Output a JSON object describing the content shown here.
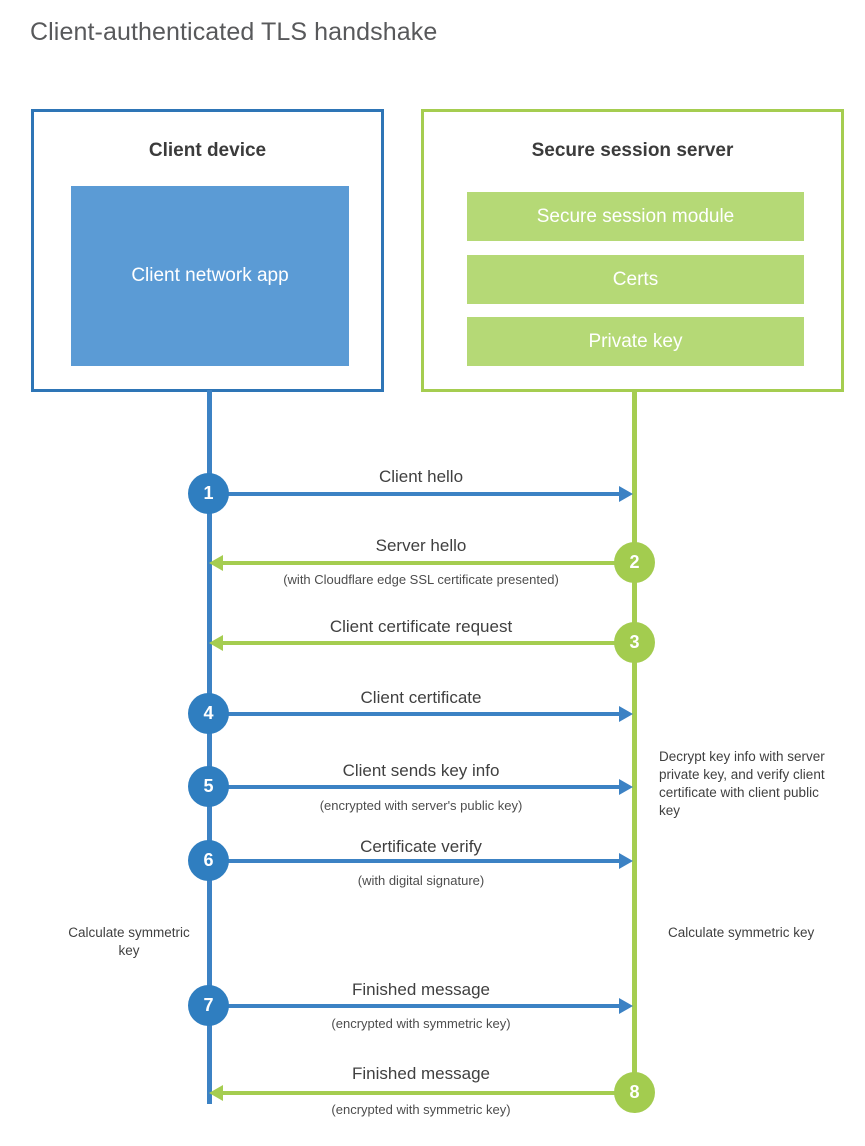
{
  "title": "Client-authenticated TLS handshake",
  "colors": {
    "blue_accent": "#2e75b6",
    "blue_fill": "#5b9bd5",
    "blue_line": "#3c82c4",
    "blue_circle": "#2f7ec0",
    "green_accent": "#a5cd50",
    "green_fill": "#b5d976",
    "green_circle": "#a3cc4f",
    "text": "#404040",
    "title_text": "#58595b"
  },
  "entities": {
    "client": {
      "title": "Client device",
      "components": [
        "Client network app"
      ]
    },
    "server": {
      "title": "Secure session server",
      "components": [
        "Secure session module",
        "Certs",
        "Private key"
      ]
    }
  },
  "steps": [
    {
      "number": "1",
      "label": "Client hello",
      "sublabel": "",
      "direction": "client-to-server",
      "color": "blue"
    },
    {
      "number": "2",
      "label": "Server hello",
      "sublabel": "(with Cloudflare edge SSL certificate presented)",
      "direction": "server-to-client",
      "color": "green"
    },
    {
      "number": "3",
      "label": "Client certificate request",
      "sublabel": "",
      "direction": "server-to-client",
      "color": "green"
    },
    {
      "number": "4",
      "label": "Client certificate",
      "sublabel": "",
      "direction": "client-to-server",
      "color": "blue"
    },
    {
      "number": "5",
      "label": "Client sends key info",
      "sublabel": "(encrypted with server's public key)",
      "direction": "client-to-server",
      "color": "blue"
    },
    {
      "number": "6",
      "label": "Certificate verify",
      "sublabel": "(with digital signature)",
      "direction": "client-to-server",
      "color": "blue"
    },
    {
      "number": "7",
      "label": "Finished message",
      "sublabel": "(encrypted with symmetric key)",
      "direction": "client-to-server",
      "color": "blue"
    },
    {
      "number": "8",
      "label": "Finished message",
      "sublabel": "(encrypted with symmetric key)",
      "direction": "server-to-client",
      "color": "green"
    }
  ],
  "annotations": {
    "server_decrypt": "Decrypt key info with server private key, and verify client certificate with client public key",
    "client_symmetric_key": "Calculate symmetric key",
    "server_symmetric_key": "Calculate symmetric key"
  }
}
